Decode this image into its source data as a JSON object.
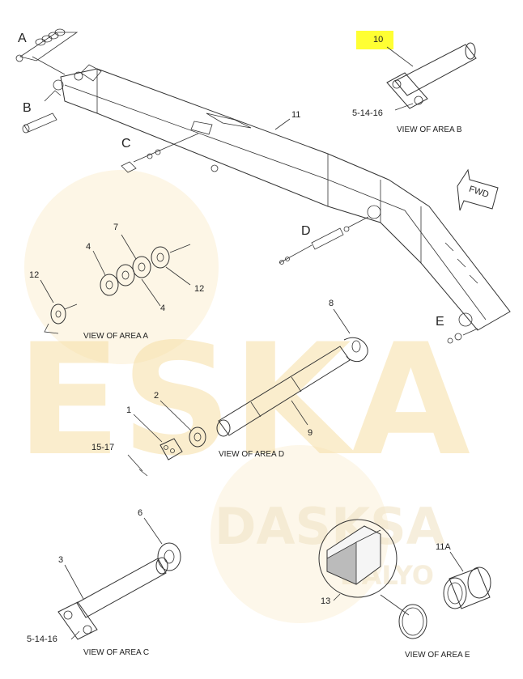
{
  "watermark": {
    "main": "ESKA",
    "stamp": "DASKSA",
    "sub": "DALYO"
  },
  "fwd_arrow": "FWD",
  "area_letters": {
    "a": "A",
    "b": "B",
    "c": "C",
    "d": "D",
    "e": "E"
  },
  "view_captions": {
    "a": "VIEW OF AREA A",
    "b": "VIEW OF AREA B",
    "c": "VIEW OF AREA C",
    "d": "VIEW OF AREA D",
    "e": "VIEW OF AREA E"
  },
  "callouts": {
    "c10": "10",
    "c5_14_16_b": "5-14-16",
    "c11": "11",
    "c7": "7",
    "c4a": "4",
    "c4b": "4",
    "c12a": "12",
    "c12b": "12",
    "c8": "8",
    "c2": "2",
    "c1": "1",
    "c15_17": "15-17",
    "c9": "9",
    "c6": "6",
    "c3": "3",
    "c5_14_16_c": "5-14-16",
    "c11a": "11A",
    "c13": "13"
  },
  "colors": {
    "highlight": "#ffff33",
    "watermark": "#f6dfa6",
    "line": "#333333"
  }
}
